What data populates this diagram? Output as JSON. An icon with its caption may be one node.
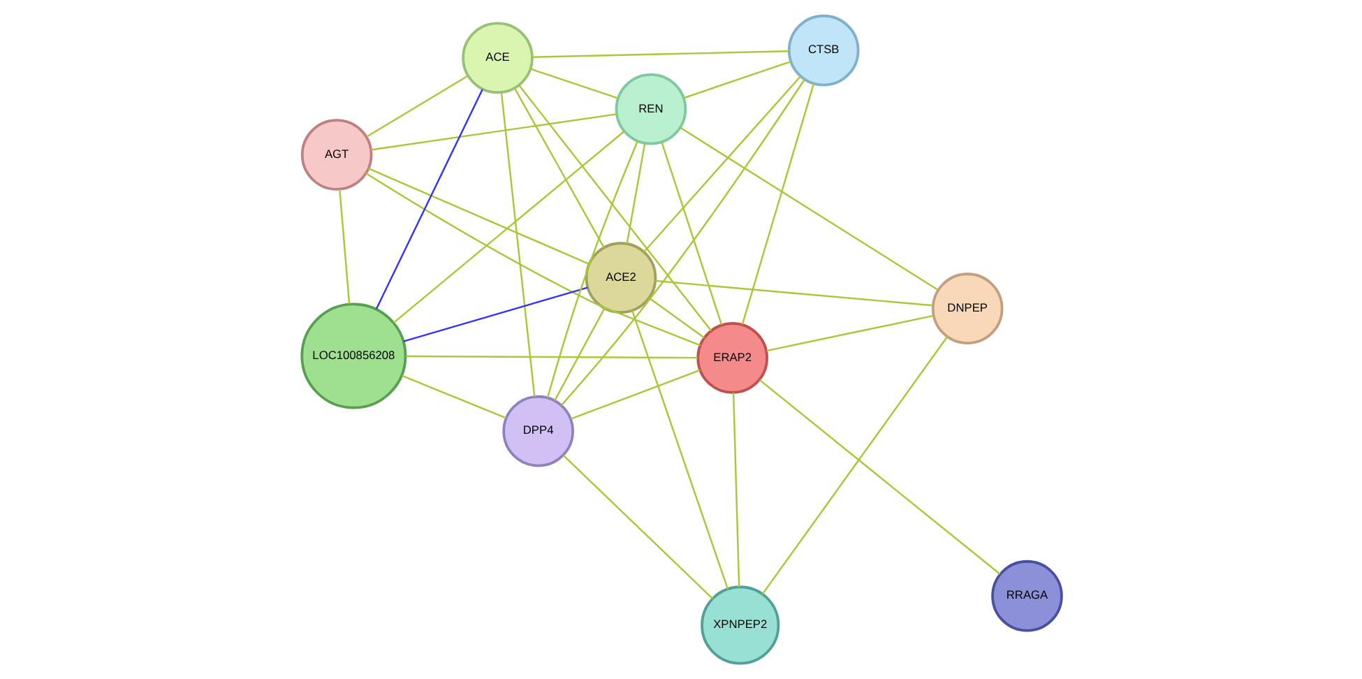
{
  "diagram": {
    "nodes": [
      {
        "text": [
          "AGT"
        ]
      },
      {
        "text": [
          "ACE"
        ]
      },
      {
        "text": [
          "LOC100856208"
        ]
      },
      {
        "text": [
          "REN"
        ]
      },
      {
        "text": [
          "CTSB"
        ]
      },
      {
        "text": [
          "ACE2"
        ]
      },
      {
        "text": [
          "ERAP2"
        ]
      },
      {
        "text": [
          "RRAGA"
        ]
      },
      {
        "text": [
          "DPP4"
        ]
      },
      {
        "text": [
          "DNPEP"
        ]
      },
      {
        "text": [
          "XPNPEP2"
        ]
      }
    ],
    "edges": [
      {
        "from": 0,
        "to": 1,
        "arrow": "none"
      },
      {
        "from": 0,
        "to": 2,
        "arrow": "none"
      },
      {
        "from": 0,
        "to": 3,
        "arrow": "none"
      },
      {
        "from": 0,
        "to": 5,
        "arrow": "none"
      },
      {
        "from": 0,
        "to": 6,
        "arrow": "none"
      },
      {
        "from": 1,
        "to": 2,
        "arrow": "none",
        "color": "#3333ff"
      },
      {
        "from": 1,
        "to": 3,
        "arrow": "none"
      },
      {
        "from": 1,
        "to": 4,
        "arrow": "none"
      },
      {
        "from": 1,
        "to": 8,
        "arrow": "none"
      },
      {
        "from": 1,
        "to": 6,
        "arrow": "none"
      },
      {
        "from": 1,
        "to": 5,
        "arrow": "none"
      },
      {
        "from": 2,
        "to": 3,
        "arrow": "none"
      },
      {
        "from": 2,
        "to": 5,
        "arrow": "none",
        "color": "#3333ff"
      },
      {
        "from": 2,
        "to": 6,
        "arrow": "none"
      },
      {
        "from": 2,
        "to": 8,
        "arrow": "none"
      },
      {
        "from": 3,
        "to": 4,
        "arrow": "none"
      },
      {
        "from": 3,
        "to": 5,
        "arrow": "none"
      },
      {
        "from": 3,
        "to": 6,
        "arrow": "none"
      },
      {
        "from": 3,
        "to": 8,
        "arrow": "none"
      },
      {
        "from": 3,
        "to": 9,
        "arrow": "none"
      },
      {
        "from": 4,
        "to": 5,
        "arrow": "none"
      },
      {
        "from": 4,
        "to": 6,
        "arrow": "none"
      },
      {
        "from": 4,
        "to": 8,
        "arrow": "none"
      },
      {
        "from": 5,
        "to": 6,
        "arrow": "none"
      },
      {
        "from": 5,
        "to": 8,
        "arrow": "none"
      },
      {
        "from": 5,
        "to": 10,
        "arrow": "none"
      },
      {
        "from": 5,
        "to": 9,
        "arrow": "none"
      },
      {
        "from": 6,
        "to": 7,
        "arrow": "none"
      },
      {
        "from": 6,
        "to": 10,
        "arrow": "none"
      },
      {
        "from": 6,
        "to": 9,
        "arrow": "none"
      },
      {
        "from": 6,
        "to": 8,
        "arrow": "none"
      },
      {
        "from": 8,
        "to": 10,
        "arrow": "none"
      },
      {
        "from": 10,
        "to": 9,
        "arrow": "none"
      }
    ]
  }
}
